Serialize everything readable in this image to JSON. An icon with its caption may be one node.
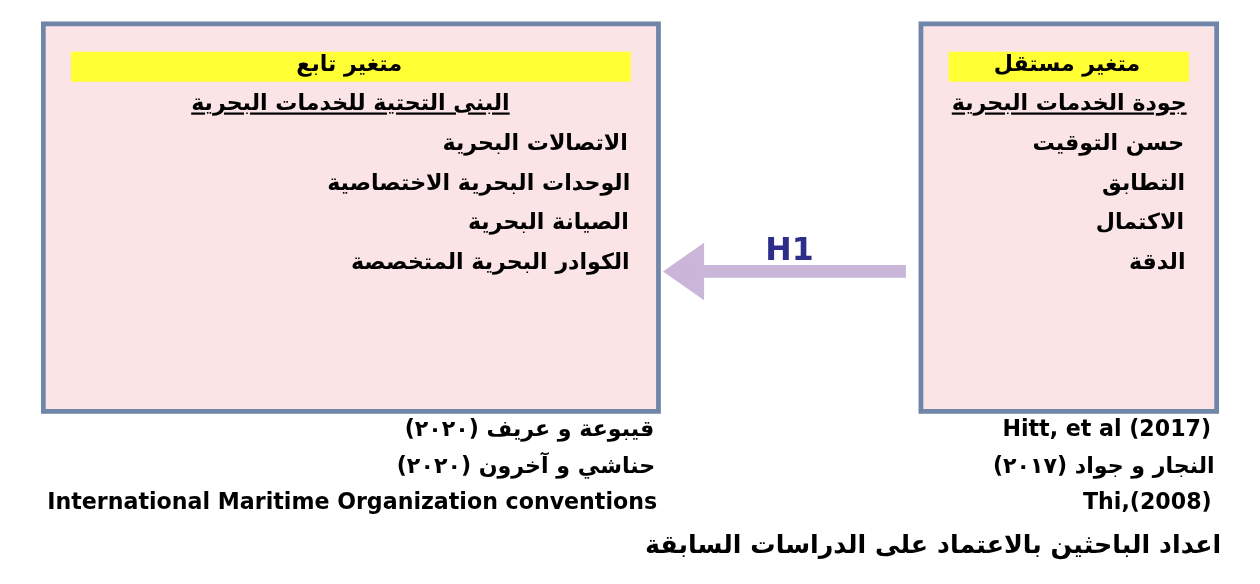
{
  "diagram": {
    "caption": "اعداد الباحثين بالاعتماد على الدراسات السابقة",
    "nodes": [
      {
        "text": [
          "متغير مستقل",
          "جودة الخدمات البحرية",
          "حسن التوقيت",
          "التطابق",
          "الاكتمال",
          "الدقة"
        ],
        "beside": [
          "Hitt, et al (2017)",
          "النجار و جواد (٢٠١٧)",
          "Thi,(2008)"
        ]
      },
      {
        "text": [
          "متغير تابع",
          "البنى التحتية للخدمات البحرية",
          "الاتصالات البحرية",
          "الوحدات البحرية الاختصاصية",
          "الصيانة البحرية",
          "الكوادر البحرية المتخصصة"
        ],
        "beside": [
          "قيبوعة و عريف (٢٠٢٠)",
          "حناشي و آخرون (٢٠٢٠)",
          "International Maritime Organization conventions"
        ]
      }
    ],
    "edges": [
      {
        "from": 0,
        "to": 1,
        "arrow": "to",
        "label": "H1"
      }
    ]
  }
}
